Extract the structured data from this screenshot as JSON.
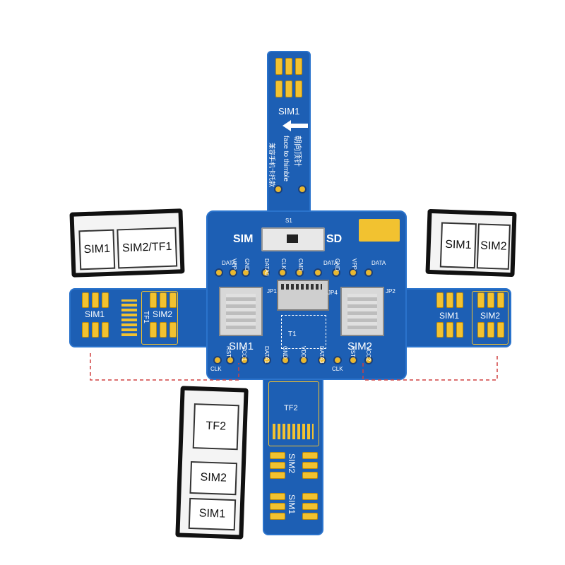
{
  "board": {
    "top_tab_label": "SIM1",
    "arrow_note_en": "face to thimble",
    "arrow_note_cn": "朝向顶针",
    "arrow_note_cn2": "兼容手机卡托款",
    "switch_ref": "S1",
    "switch_left": "SIM",
    "switch_right": "SD",
    "sim1_label": "SIM1",
    "sim2_label": "SIM2",
    "jp1": "JP1",
    "jp2": "JP2",
    "jp4": "JP4",
    "t1": "T1",
    "top_pins_left": [
      "DATA",
      "VPP",
      "GND"
    ],
    "top_pins_mid": [
      "DATA0",
      "CLK",
      "CMD",
      "DATA",
      "GND",
      "VPP",
      "DATA"
    ],
    "bottom_pins_left": [
      "CLK",
      "RST",
      "VCC1"
    ],
    "bottom_pins_mid": [
      "DATA1",
      "GND",
      "VDD",
      "DATA3"
    ],
    "bottom_pins_right": [
      "CLK",
      "RST",
      "VCC2"
    ],
    "left_tab_sim1": "SIM1",
    "left_tab_tf1": "TF1",
    "left_tab_sim2": "SIM2",
    "right_tab_sim1": "SIM1",
    "right_tab_sim2": "SIM2",
    "bottom_tab_tf2": "TF2",
    "bottom_tab_sim2": "SIM2",
    "bottom_tab_sim1": "SIM1"
  },
  "trays": {
    "left": {
      "slot1": "SIM1",
      "slot2": "SIM2/TF1"
    },
    "right": {
      "slot1": "SIM1",
      "slot2": "SIM2"
    },
    "bottom": {
      "slot1": "TF2",
      "slot2": "SIM2",
      "slot3": "SIM1"
    }
  },
  "colors": {
    "pcb": "#1d5fb4",
    "pad": "#f2c230",
    "guide": "#d04040"
  }
}
